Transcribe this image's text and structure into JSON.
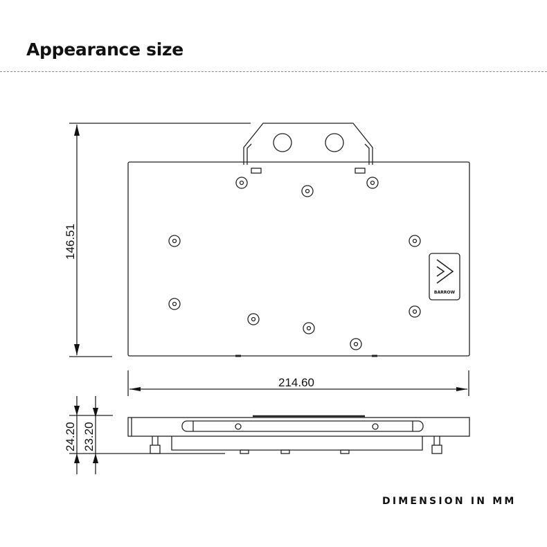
{
  "header": {
    "title": "Appearance size"
  },
  "footer": {
    "note": "DIMENSION IN MM"
  },
  "dimensions": {
    "height": "146.51",
    "width": "214.60",
    "thickness_total": "24.20",
    "thickness_body": "23.20"
  },
  "logo": {
    "text": "BARROW"
  },
  "colors": {
    "line": "#222222",
    "text": "#111111",
    "background": "#ffffff"
  }
}
